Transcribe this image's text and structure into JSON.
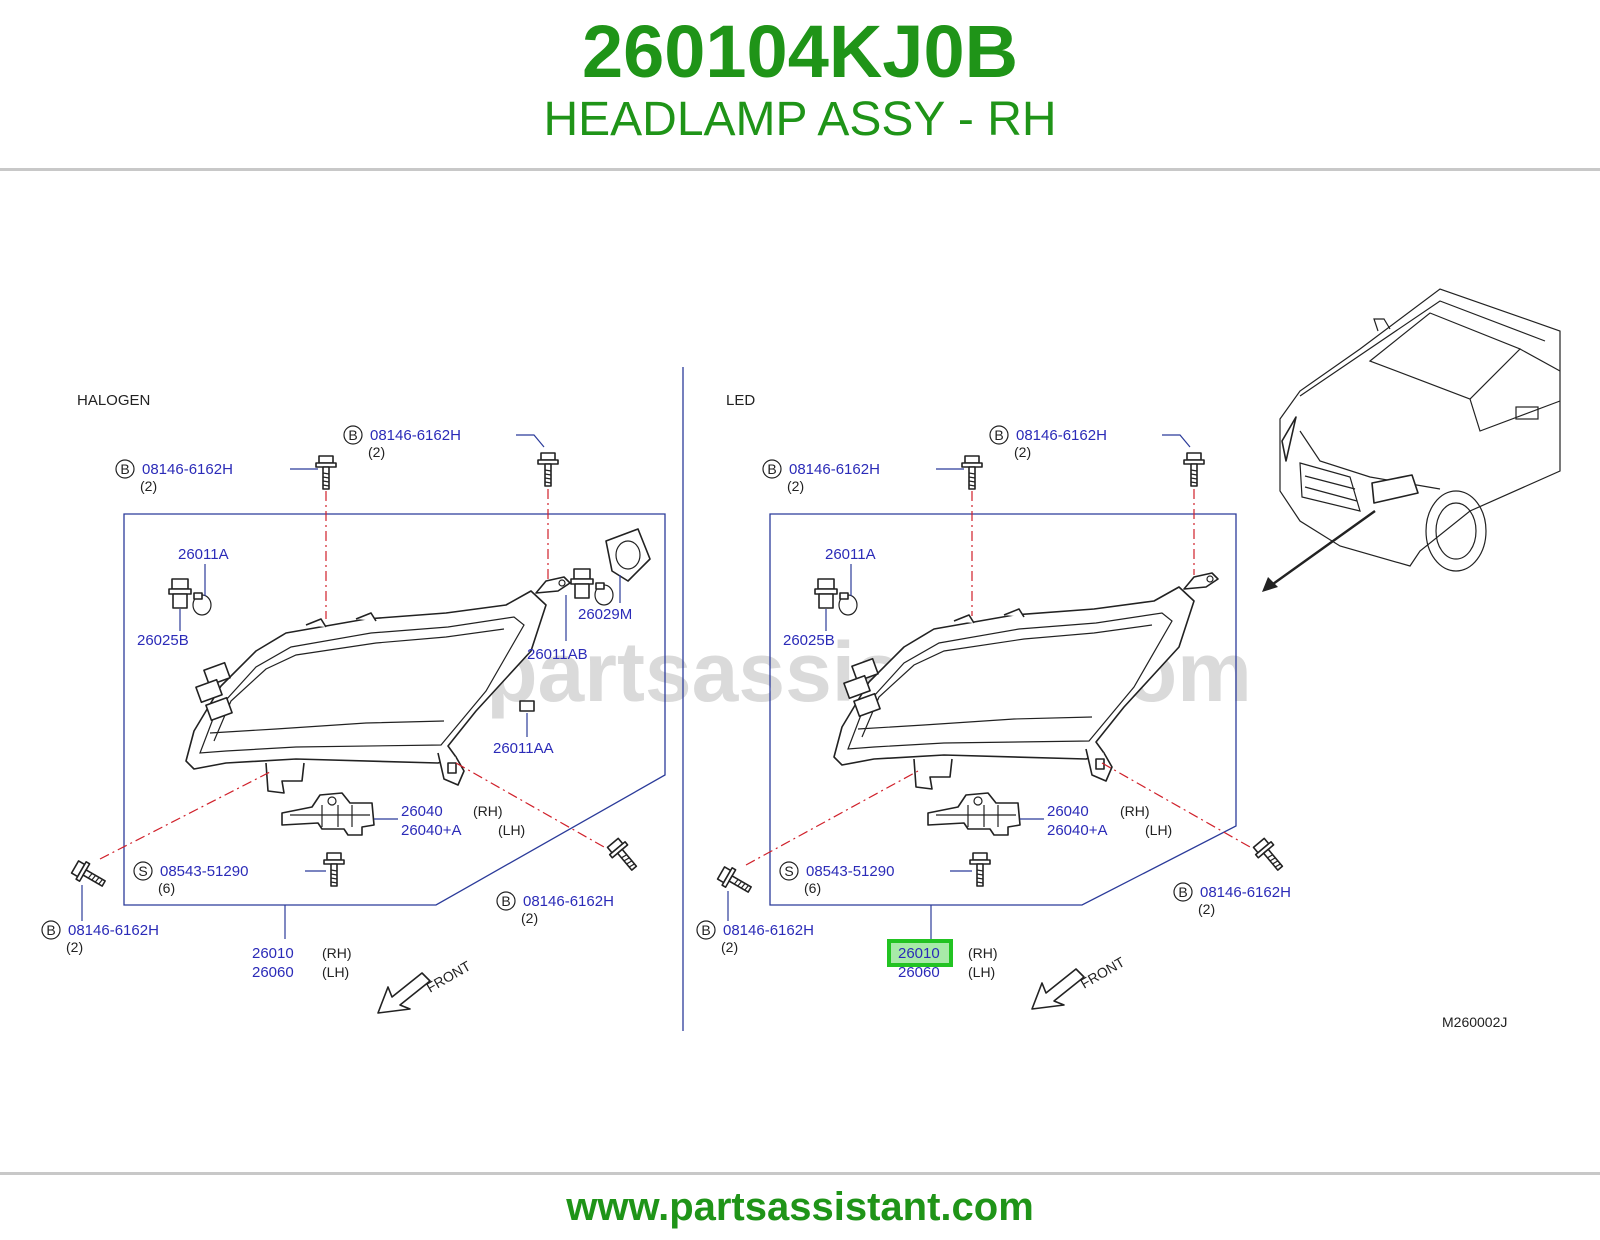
{
  "header": {
    "part_number": "260104KJ0B",
    "part_description": "HEADLAMP ASSY - RH"
  },
  "footer": {
    "website": "www.partsassistant.com"
  },
  "diagram": {
    "watermark": "www.partsassistant.com",
    "diagram_code": "M260002J",
    "highlight_color": "#3fd13f",
    "brand_green": "#1f9418",
    "callout_blue": "#2b2bb8",
    "direction_label": "FRONT",
    "halogen": {
      "section_label": "HALOGEN",
      "bolt_top_left": {
        "symbol": "B",
        "part": "08146-6162H",
        "qty": "(2)"
      },
      "bolt_top_right": {
        "symbol": "B",
        "part": "08146-6162H",
        "qty": "(2)"
      },
      "socket": "26011A",
      "bulb": "26025B",
      "cap": "26029M",
      "main_socket": "26011AB",
      "small_bulb": "26011AA",
      "bracket_rh": "26040",
      "bracket_rh_side": "(RH)",
      "bracket_lh": "26040+A",
      "bracket_lh_side": "(LH)",
      "screw": {
        "symbol": "S",
        "part": "08543-51290",
        "qty": "(6)"
      },
      "bolt_bottom_right": {
        "symbol": "B",
        "part": "08146-6162H",
        "qty": "(2)"
      },
      "bolt_bottom_left": {
        "symbol": "B",
        "part": "08146-6162H",
        "qty": "(2)"
      },
      "assy_rh": "26010",
      "assy_rh_side": "(RH)",
      "assy_lh": "26060",
      "assy_lh_side": "(LH)"
    },
    "led": {
      "section_label": "LED",
      "bolt_top_left": {
        "symbol": "B",
        "part": "08146-6162H",
        "qty": "(2)"
      },
      "bolt_top_right": {
        "symbol": "B",
        "part": "08146-6162H",
        "qty": "(2)"
      },
      "socket": "26011A",
      "bulb": "26025B",
      "bracket_rh": "26040",
      "bracket_rh_side": "(RH)",
      "bracket_lh": "26040+A",
      "bracket_lh_side": "(LH)",
      "screw": {
        "symbol": "S",
        "part": "08543-51290",
        "qty": "(6)"
      },
      "bolt_bottom_right": {
        "symbol": "B",
        "part": "08146-6162H",
        "qty": "(2)"
      },
      "bolt_bottom_left": {
        "symbol": "B",
        "part": "08146-6162H",
        "qty": "(2)"
      },
      "assy_rh": "26010",
      "assy_rh_side": "(RH)",
      "assy_lh": "26060",
      "assy_lh_side": "(LH)"
    }
  }
}
